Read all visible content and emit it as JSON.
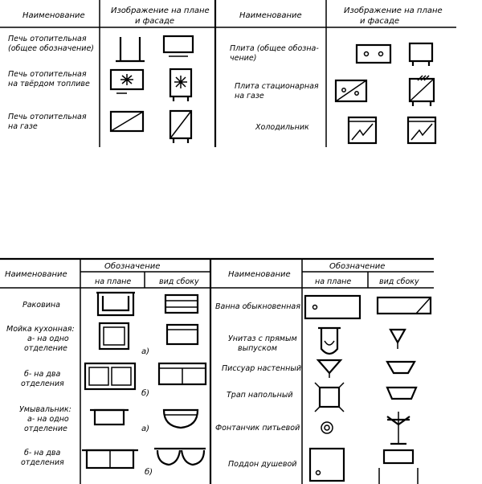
{
  "table1": {
    "headers": {
      "name_left": "Наименование",
      "image_left": [
        "Изображение на плане",
        "и фасаде"
      ],
      "name_right": "Наименование",
      "image_right": [
        "Изображение на плане",
        "и фасаде"
      ]
    },
    "rows_left": [
      {
        "label": [
          "Печь отопительная",
          "(общее обозначение)"
        ]
      },
      {
        "label": [
          "Печь отопительная",
          "на твёрдом топливе"
        ]
      },
      {
        "label": [
          "Печь отопительная",
          "на газе"
        ]
      }
    ],
    "rows_right": [
      {
        "label": [
          "Плита (общее обозна-",
          "чение)"
        ]
      },
      {
        "label": [
          "Плита стационарная",
          "на газе"
        ]
      },
      {
        "label": [
          "Холодильник"
        ]
      }
    ]
  },
  "table2": {
    "headers": {
      "name_left": "Наименование",
      "designation_left": "Обозначение",
      "plan_left": "на плане",
      "side_left": "вид сбоку",
      "name_right": "Наименование",
      "designation_right": "Обозначение",
      "plan_right": "на плане",
      "side_right": "вид сбоку"
    },
    "rows_left": [
      {
        "label": [
          "Раковина"
        ]
      },
      {
        "label": [
          "Мойка кухонная:",
          "а- на одно",
          "отделение"
        ],
        "marker": "а)"
      },
      {
        "label": [
          "б- на два",
          "отделения"
        ],
        "marker": "б)"
      },
      {
        "label": [
          "Умывальник:",
          "а- на одно",
          "отделение"
        ],
        "marker": "а)"
      },
      {
        "label": [
          "б- на два",
          "отделения"
        ],
        "marker": "б)"
      }
    ],
    "rows_right": [
      {
        "label": [
          "Ванна обыкновенная"
        ]
      },
      {
        "label": [
          "Унитаз с прямым",
          "выпуском"
        ]
      },
      {
        "label": [
          "Писсуар настенный"
        ]
      },
      {
        "label": [
          "Трап напольный"
        ]
      },
      {
        "label": [
          "Фонтанчик питьевой"
        ]
      },
      {
        "label": [
          "Поддон душевой"
        ]
      }
    ]
  }
}
